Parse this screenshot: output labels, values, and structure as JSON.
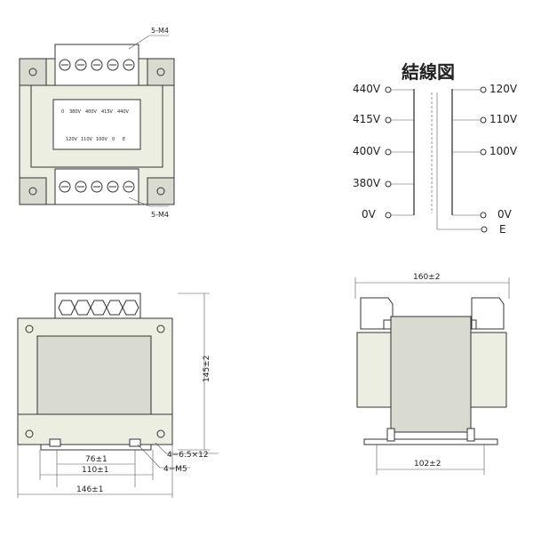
{
  "diagram": {
    "wiring_title": "結線図",
    "primary_taps": [
      "440V",
      "415V",
      "400V",
      "380V",
      "0V"
    ],
    "secondary_taps": [
      "120V",
      "110V",
      "100V",
      "0V"
    ],
    "earth_label": "E",
    "top_view": {
      "terminal_callout_top": "5-M4",
      "terminal_callout_bottom": "5-M4",
      "plate_row1": [
        "0",
        "380V",
        "400V",
        "415V",
        "440V"
      ],
      "plate_row2": [
        "120V",
        "110V",
        "100V",
        "0",
        "E"
      ]
    },
    "front_view": {
      "dim_height": "145±2",
      "dim_slot": "4−6.5×12",
      "dim_screw": "4−M5",
      "dim_76": "76±1",
      "dim_110": "110±1",
      "dim_146": "146±1"
    },
    "side_view": {
      "dim_width": "160±2",
      "dim_base": "102±2"
    }
  }
}
